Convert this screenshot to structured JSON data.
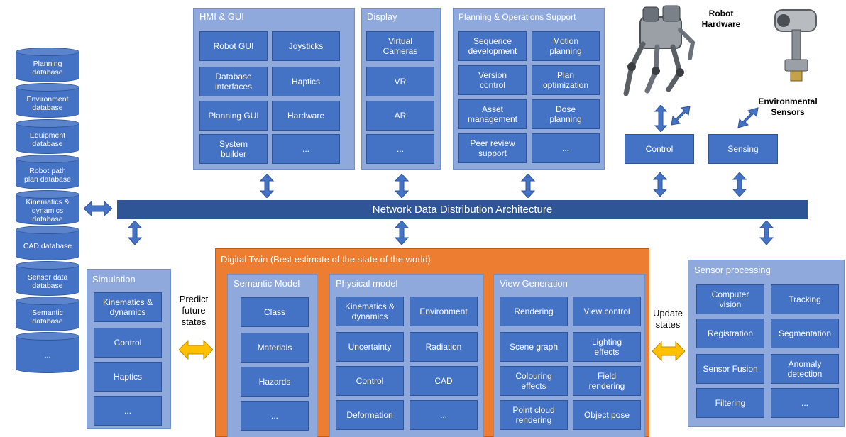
{
  "databases": [
    "Planning\ndatabase",
    "Environment\ndatabase",
    "Equipment\ndatabase",
    "Robot path\nplan database",
    "Kinematics &\ndynamics\ndatabase",
    "CAD database",
    "Sensor data\ndatabase",
    "Semantic\ndatabase",
    "..."
  ],
  "hmi": {
    "title": "HMI & GUI",
    "items": [
      "Robot GUI",
      "Joysticks",
      "Database\ninterfaces",
      "Haptics",
      "Planning GUI",
      "Hardware",
      "System\nbuilder",
      "..."
    ]
  },
  "display": {
    "title": "Display",
    "items": [
      "Virtual\nCameras",
      "VR",
      "AR",
      "..."
    ]
  },
  "planning": {
    "title": "Planning & Operations Support",
    "items": [
      "Sequence\ndevelopment",
      "Motion\nplanning",
      "Version\ncontrol",
      "Plan\noptimization",
      "Asset\nmanagement",
      "Dose\nplanning",
      "Peer review\nsupport",
      "..."
    ]
  },
  "robot_hardware_label": "Robot\nHardware",
  "environmental_sensors_label": "Environmental\nSensors",
  "control_label": "Control",
  "sensing_label": "Sensing",
  "network_bar": "Network Data Distribution Architecture",
  "simulation": {
    "title": "Simulation",
    "items": [
      "Kinematics &\ndynamics",
      "Control",
      "Haptics",
      "..."
    ]
  },
  "predict_label": "Predict\nfuture\nstates",
  "digital_twin": {
    "title": "Digital Twin (Best estimate of the state of the world)",
    "semantic": {
      "title": "Semantic Model",
      "items": [
        "Class",
        "Materials",
        "Hazards",
        "..."
      ]
    },
    "physical": {
      "title": "Physical model",
      "items": [
        "Kinematics &\ndynamics",
        "Environment",
        "Uncertainty",
        "Radiation",
        "Control",
        "CAD",
        "Deformation",
        "..."
      ]
    },
    "view": {
      "title": "View Generation",
      "items": [
        "Rendering",
        "View control",
        "Scene graph",
        "Lighting\neffects",
        "Colouring\neffects",
        "Field\nrendering",
        "Point cloud\nrendering",
        "Object pose"
      ]
    }
  },
  "update_label": "Update\nstates",
  "sensor_processing": {
    "title": "Sensor processing",
    "items": [
      "Computer\nvision",
      "Tracking",
      "Registration",
      "Segmentation",
      "Sensor Fusion",
      "Anomaly\ndetection",
      "Filtering",
      "..."
    ]
  },
  "colors": {
    "box": "#4472c4",
    "panel": "#8fa9dc",
    "bar": "#2f5597",
    "twin": "#ed7d31",
    "yellow_arrow": "#ffc000"
  }
}
